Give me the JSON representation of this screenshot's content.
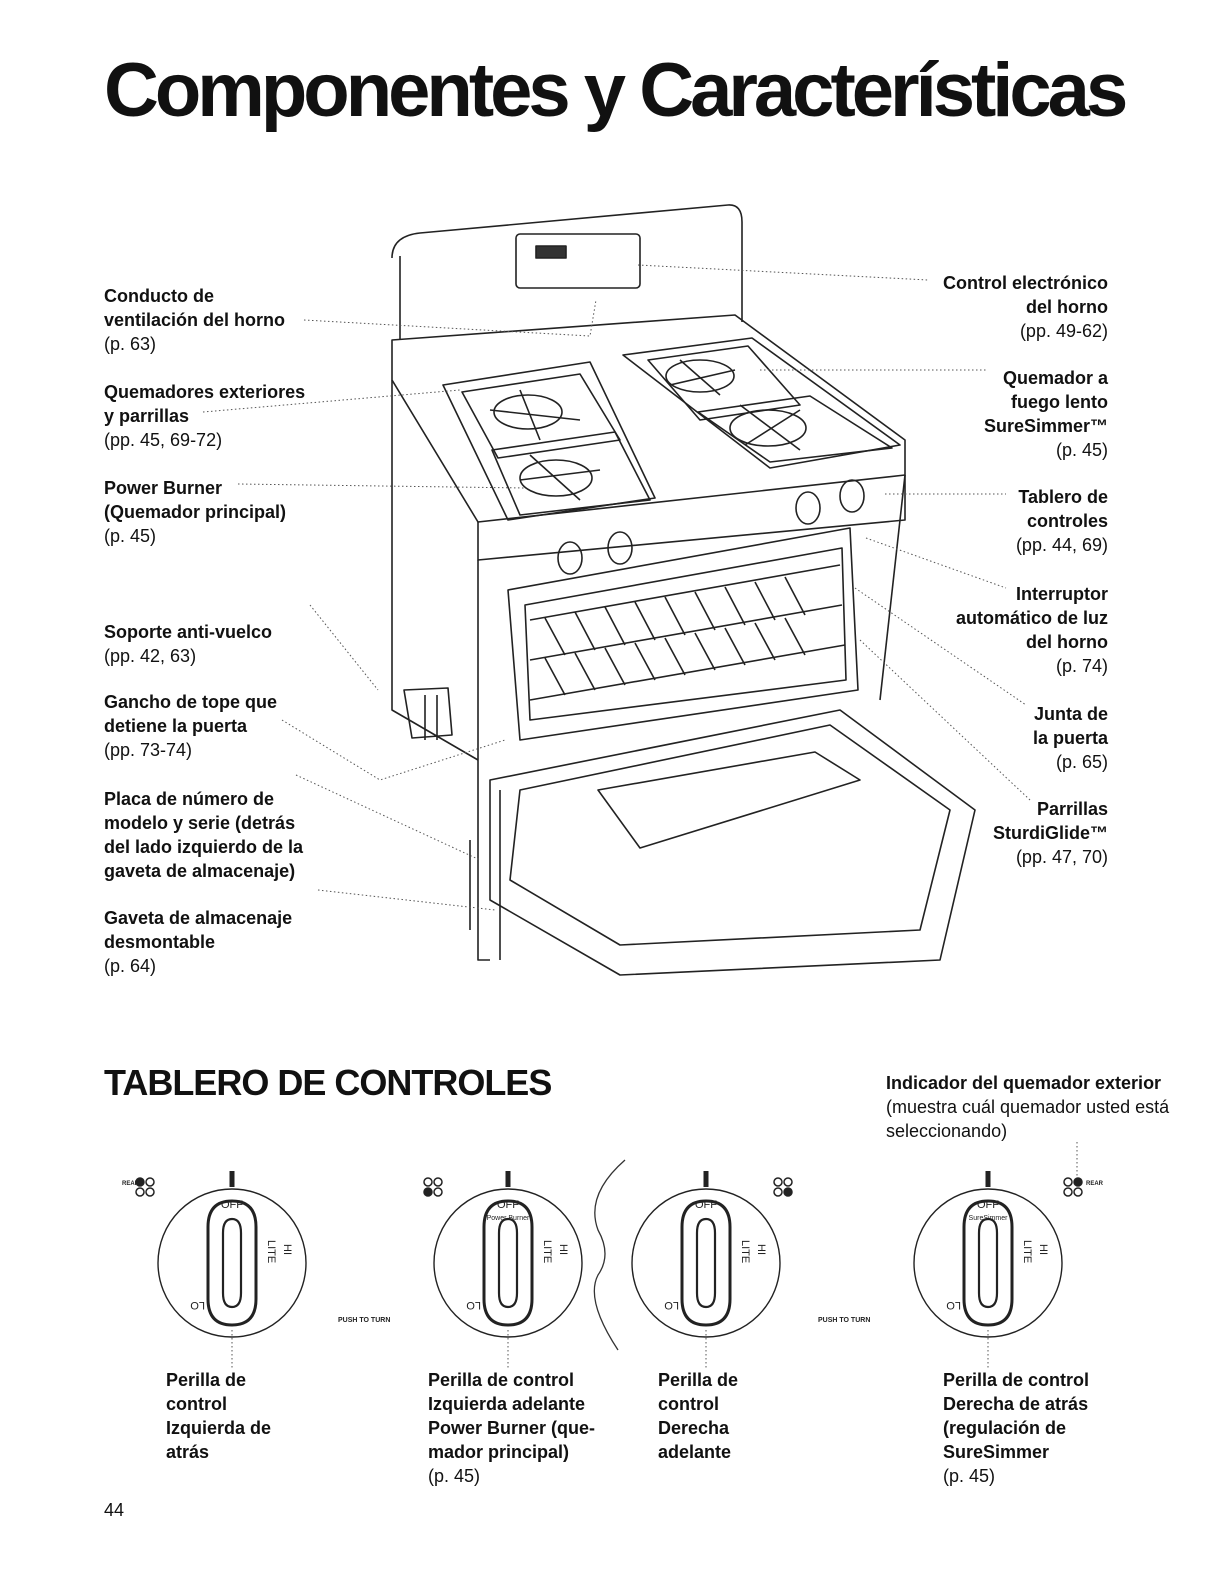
{
  "title": "Componentes y Características",
  "labels": {
    "conducto": {
      "b": [
        "Conducto de",
        "ventilación del horno"
      ],
      "r": [
        "(p. 63)"
      ]
    },
    "quemadores": {
      "b": [
        "Quemadores exteriores",
        "y parrillas"
      ],
      "r": [
        "(pp. 45, 69-72)"
      ]
    },
    "power": {
      "b": [
        "Power Burner",
        "(Quemador principal)"
      ],
      "r": [
        "(p. 45)"
      ]
    },
    "soporte": {
      "b": [
        "Soporte anti-vuelco"
      ],
      "r": [
        "(pp. 42, 63)"
      ]
    },
    "gancho": {
      "b": [
        "Gancho de tope que",
        "detiene la puerta"
      ],
      "r": [
        "(pp. 73-74)"
      ]
    },
    "placa": {
      "b": [
        "Placa de número de",
        "modelo y serie (detrás",
        "del lado izquierdo de la",
        "gaveta de almacenaje)"
      ],
      "r": []
    },
    "gaveta": {
      "b": [
        "Gaveta de almacenaje",
        "desmontable"
      ],
      "r": [
        "(p. 64)"
      ]
    },
    "control": {
      "b": [
        "Control electrónico",
        "del horno"
      ],
      "r": [
        "(pp. 49-62)"
      ]
    },
    "fuego": {
      "b": [
        "Quemador a",
        "fuego lento",
        "SureSimmer™"
      ],
      "r": [
        "(p. 45)"
      ]
    },
    "tablero": {
      "b": [
        "Tablero de",
        "controles"
      ],
      "r": [
        "(pp. 44, 69)"
      ]
    },
    "interruptor": {
      "b": [
        "Interruptor",
        "automático de luz",
        "del horno"
      ],
      "r": [
        "(p. 74)"
      ]
    },
    "junta": {
      "b": [
        "Junta de",
        "la puerta"
      ],
      "r": [
        "(p. 65)"
      ]
    },
    "parrillas": {
      "b": [
        "Parrillas",
        "SturdiGlide™"
      ],
      "r": [
        "(pp. 47, 70)"
      ]
    }
  },
  "section_title": "TABLERO DE CONTROLES",
  "indicator": {
    "bold": "Indicador del quemador exterior",
    "rest": " (muestra cuál quemador usted está seleccionando)"
  },
  "knob_text": {
    "off": "OFF",
    "lite": "LITE",
    "hi": "HI",
    "lo": "LO",
    "rear": "REAR",
    "push": "PUSH TO TURN",
    "power_burner": "Power Burner",
    "suresimmer": "SureSimmer"
  },
  "knob_captions": {
    "k1": {
      "b": [
        "Perilla de",
        "control",
        "Izquierda de",
        "atrás"
      ],
      "r": []
    },
    "k2": {
      "b": [
        "Perilla de control",
        "Izquierda adelante",
        "Power Burner (que-",
        "mador principal)"
      ],
      "r": [
        "(p. 45)"
      ]
    },
    "k3": {
      "b": [
        "Perilla de",
        "control",
        "Derecha",
        "adelante"
      ],
      "r": []
    },
    "k4": {
      "b": [
        "Perilla de control",
        "Derecha de atrás",
        "(regulación de",
        "SureSimmer"
      ],
      "r": [
        "(p. 45)"
      ]
    }
  },
  "page_number": "44"
}
